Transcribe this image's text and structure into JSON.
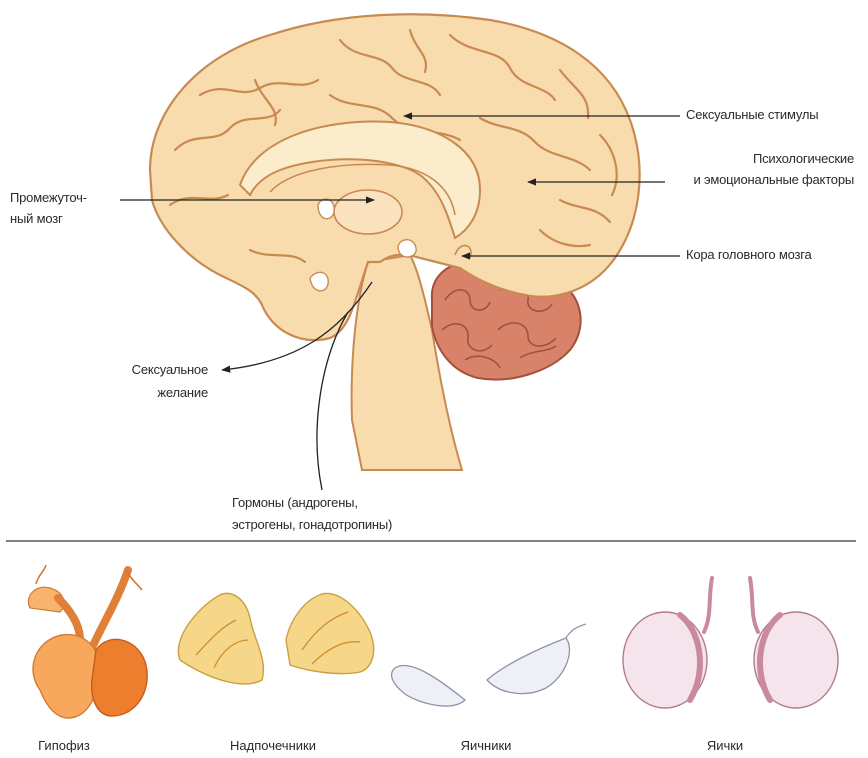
{
  "brain_labels": {
    "sexual_stimuli": "Сексуальные стимулы",
    "psych_line1": "Психологические",
    "psych_line2": "и эмоциональные факторы",
    "interbrain_line1": "Промежуточ-",
    "interbrain_line2": "ный мозг",
    "cortex": "Кора головного мозга",
    "desire_line1": "Сексуальное",
    "desire_line2": "желание",
    "hormones_line1": "Гормоны (андрогены,",
    "hormones_line2": "эстрогены,  гонадотропины)"
  },
  "glands": [
    {
      "label": "Гипофиз"
    },
    {
      "label": "Надпочечники"
    },
    {
      "label": "Яичники"
    },
    {
      "label": "Яички"
    }
  ],
  "colors": {
    "brain_fill": "#f8dcae",
    "brain_stroke": "#c98a52",
    "cerebellum": "#d8826a",
    "pituitary": "#f5a65e",
    "adrenal": "#f6d78a",
    "ovary": "#eef0f6",
    "testis": "#f6e4ec"
  }
}
